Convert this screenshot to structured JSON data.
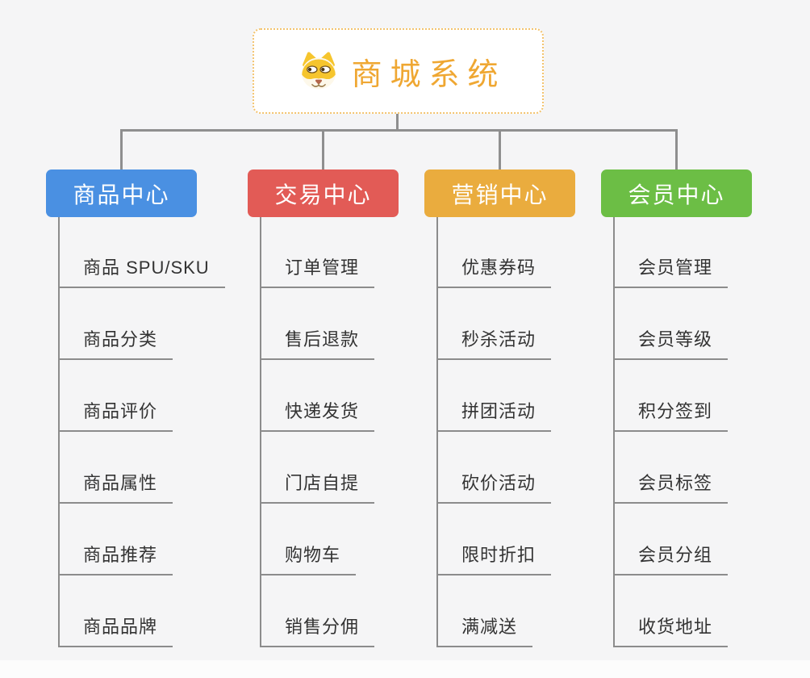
{
  "root": {
    "title": "商城系统",
    "icon": "dog-face-icon",
    "accent_color": "#efa732"
  },
  "connector_color": "#8f8f8f",
  "branches": [
    {
      "label": "商品中心",
      "color": "#4a90e2",
      "children": [
        "商品 SPU/SKU",
        "商品分类",
        "商品评价",
        "商品属性",
        "商品推荐",
        "商品品牌"
      ]
    },
    {
      "label": "交易中心",
      "color": "#e25b56",
      "children": [
        "订单管理",
        "售后退款",
        "快递发货",
        "门店自提",
        "购物车",
        "销售分佣"
      ]
    },
    {
      "label": "营销中心",
      "color": "#eaac3e",
      "children": [
        "优惠券码",
        "秒杀活动",
        "拼团活动",
        "砍价活动",
        "限时折扣",
        "满减送"
      ]
    },
    {
      "label": "会员中心",
      "color": "#6cbe45",
      "children": [
        "会员管理",
        "会员等级",
        "积分签到",
        "会员标签",
        "会员分组",
        "收货地址"
      ]
    }
  ]
}
